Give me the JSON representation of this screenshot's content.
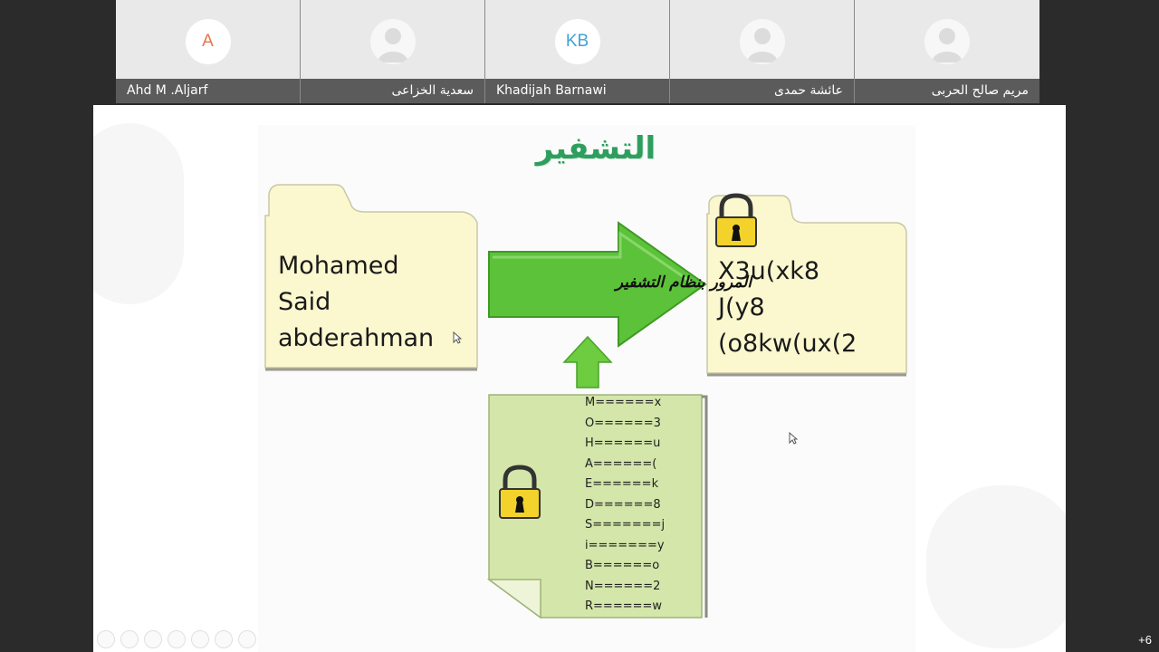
{
  "participants": [
    {
      "name": "Ahd M .Aljarf",
      "initials": "A",
      "initials_color": "#e8734a",
      "avatar": "initials",
      "rtl": false
    },
    {
      "name": "سعدية الخزاعى",
      "initials": "",
      "avatar": "person-icon",
      "rtl": true
    },
    {
      "name": "Khadijah Barnawi",
      "initials": "KB",
      "initials_color": "#3fa2d8",
      "avatar": "initials",
      "rtl": false
    },
    {
      "name": "عائشة حمدى",
      "initials": "",
      "avatar": "person-icon",
      "rtl": true
    },
    {
      "name": "مريم صالح الحربى",
      "initials": "",
      "avatar": "person-icon",
      "rtl": true
    }
  ],
  "slide": {
    "title": "التشفير",
    "plaintext": [
      "Mohamed",
      "Said",
      "abderahman"
    ],
    "arrow_label": "المرور بنظام التشفير",
    "ciphertext": [
      "X3u(xk8",
      "J(y8",
      "(o8kw(ux(2"
    ],
    "key_table": [
      "M======x",
      "O======3",
      "H======u",
      "A======(",
      "E======k",
      "D======8",
      "S=======j",
      "i=======y",
      "B======o",
      "N======2",
      "R======w"
    ]
  },
  "more_participants": "+6",
  "colors": {
    "title_green": "#2e9e5e",
    "folder_fill": "#fbf8cf",
    "arrow_green": "#5cc23a",
    "key_paper": "#d4e6a9",
    "lock_yellow": "#f3d22b"
  }
}
